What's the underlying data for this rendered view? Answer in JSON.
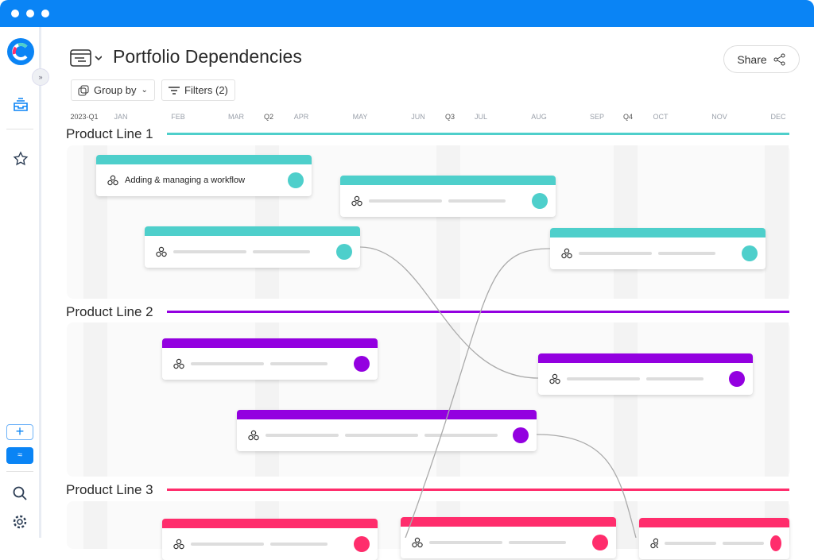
{
  "header": {
    "title": "Portfolio Dependencies",
    "group_by": "Group by",
    "filters": "Filters (2)",
    "share": "Share"
  },
  "colors": {
    "teal": "#4ECFCB",
    "purple": "#9300E0",
    "pink": "#FF2D6C",
    "blue": "#0A84F5"
  },
  "timeline": [
    {
      "label": "2023-Q1",
      "q": true
    },
    {
      "label": "JAN"
    },
    {
      "label": "FEB"
    },
    {
      "label": "MAR"
    },
    {
      "label": "Q2",
      "q": true
    },
    {
      "label": "APR"
    },
    {
      "label": "MAY"
    },
    {
      "label": "JUN"
    },
    {
      "label": "Q3",
      "q": true
    },
    {
      "label": "JUL"
    },
    {
      "label": "AUG"
    },
    {
      "label": "SEP"
    },
    {
      "label": "Q4",
      "q": true
    },
    {
      "label": "OCT"
    },
    {
      "label": "NOV"
    },
    {
      "label": "DEC"
    }
  ],
  "sections": [
    {
      "name": "Product Line 1"
    },
    {
      "name": "Product Line 2"
    },
    {
      "name": "Product Line 3"
    }
  ],
  "cards": {
    "first_title": "Adding & managing a workflow"
  }
}
